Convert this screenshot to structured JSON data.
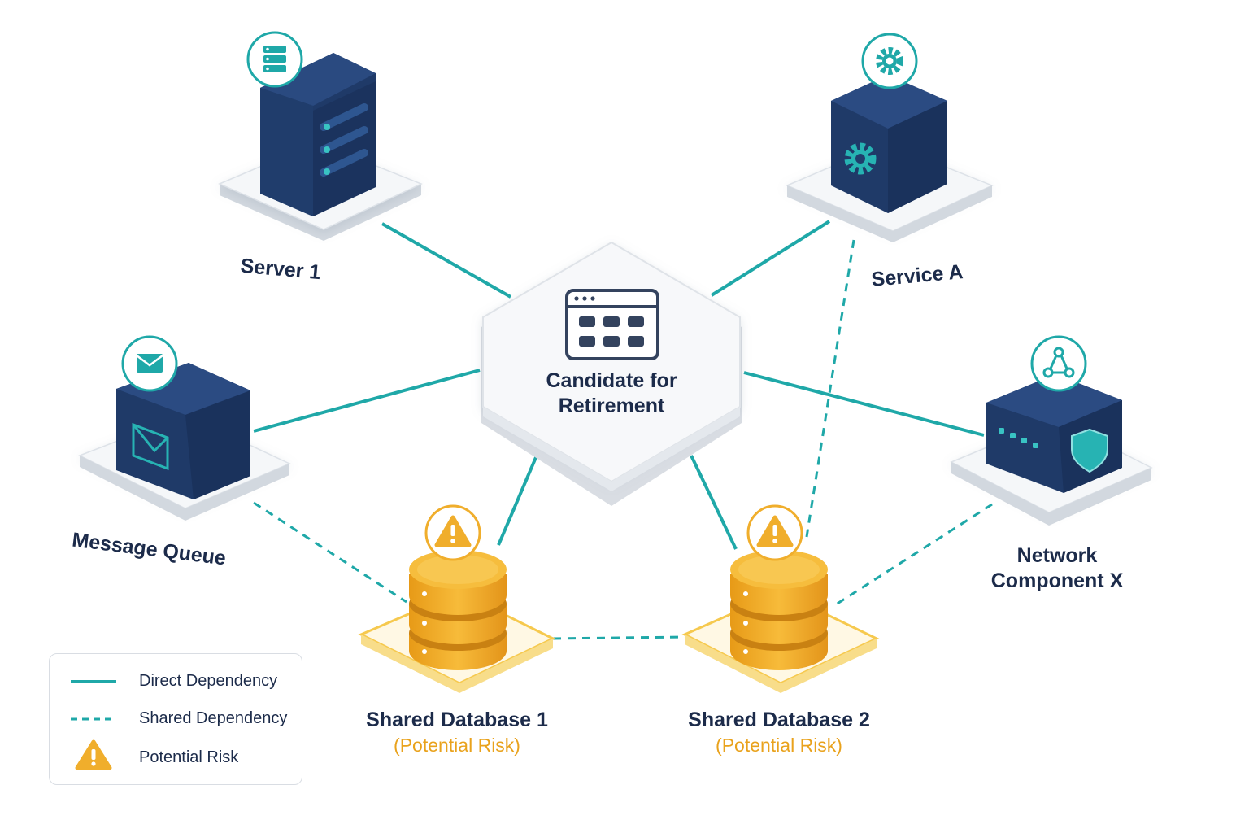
{
  "colors": {
    "navy": "#1e3a66",
    "teal": "#1fa8a8",
    "amber": "#f0ae2c",
    "platform": "#f3f5f7",
    "text": "#1c2b4a",
    "risk_text": "#e9a21c"
  },
  "center": {
    "title_line1": "Candidate for",
    "title_line2": "Retirement",
    "icon": "app-window-icon"
  },
  "nodes": {
    "server1": {
      "label": "Server 1",
      "icon": "server-icon"
    },
    "serviceA": {
      "label": "Service A",
      "icon": "gear-icon"
    },
    "messageQueue": {
      "label": "Message Queue",
      "icon": "envelope-icon"
    },
    "networkX": {
      "label_line1": "Network",
      "label_line2": "Component X",
      "icon": "network-shield-icon"
    },
    "db1": {
      "label": "Shared Database 1",
      "risk": "(Potential Risk)",
      "icon": "warning-icon"
    },
    "db2": {
      "label": "Shared Database 2",
      "risk": "(Potential Risk)",
      "icon": "warning-icon"
    }
  },
  "edges": {
    "direct": [
      [
        "center",
        "server1"
      ],
      [
        "center",
        "serviceA"
      ],
      [
        "center",
        "messageQueue"
      ],
      [
        "center",
        "networkX"
      ],
      [
        "center",
        "db1"
      ],
      [
        "center",
        "db2"
      ]
    ],
    "shared": [
      [
        "messageQueue",
        "db1"
      ],
      [
        "db1",
        "db2"
      ],
      [
        "serviceA",
        "db2"
      ],
      [
        "networkX",
        "db2"
      ]
    ]
  },
  "legend": {
    "direct": "Direct Dependency",
    "shared": "Shared Dependency",
    "risk": "Potential Risk"
  }
}
